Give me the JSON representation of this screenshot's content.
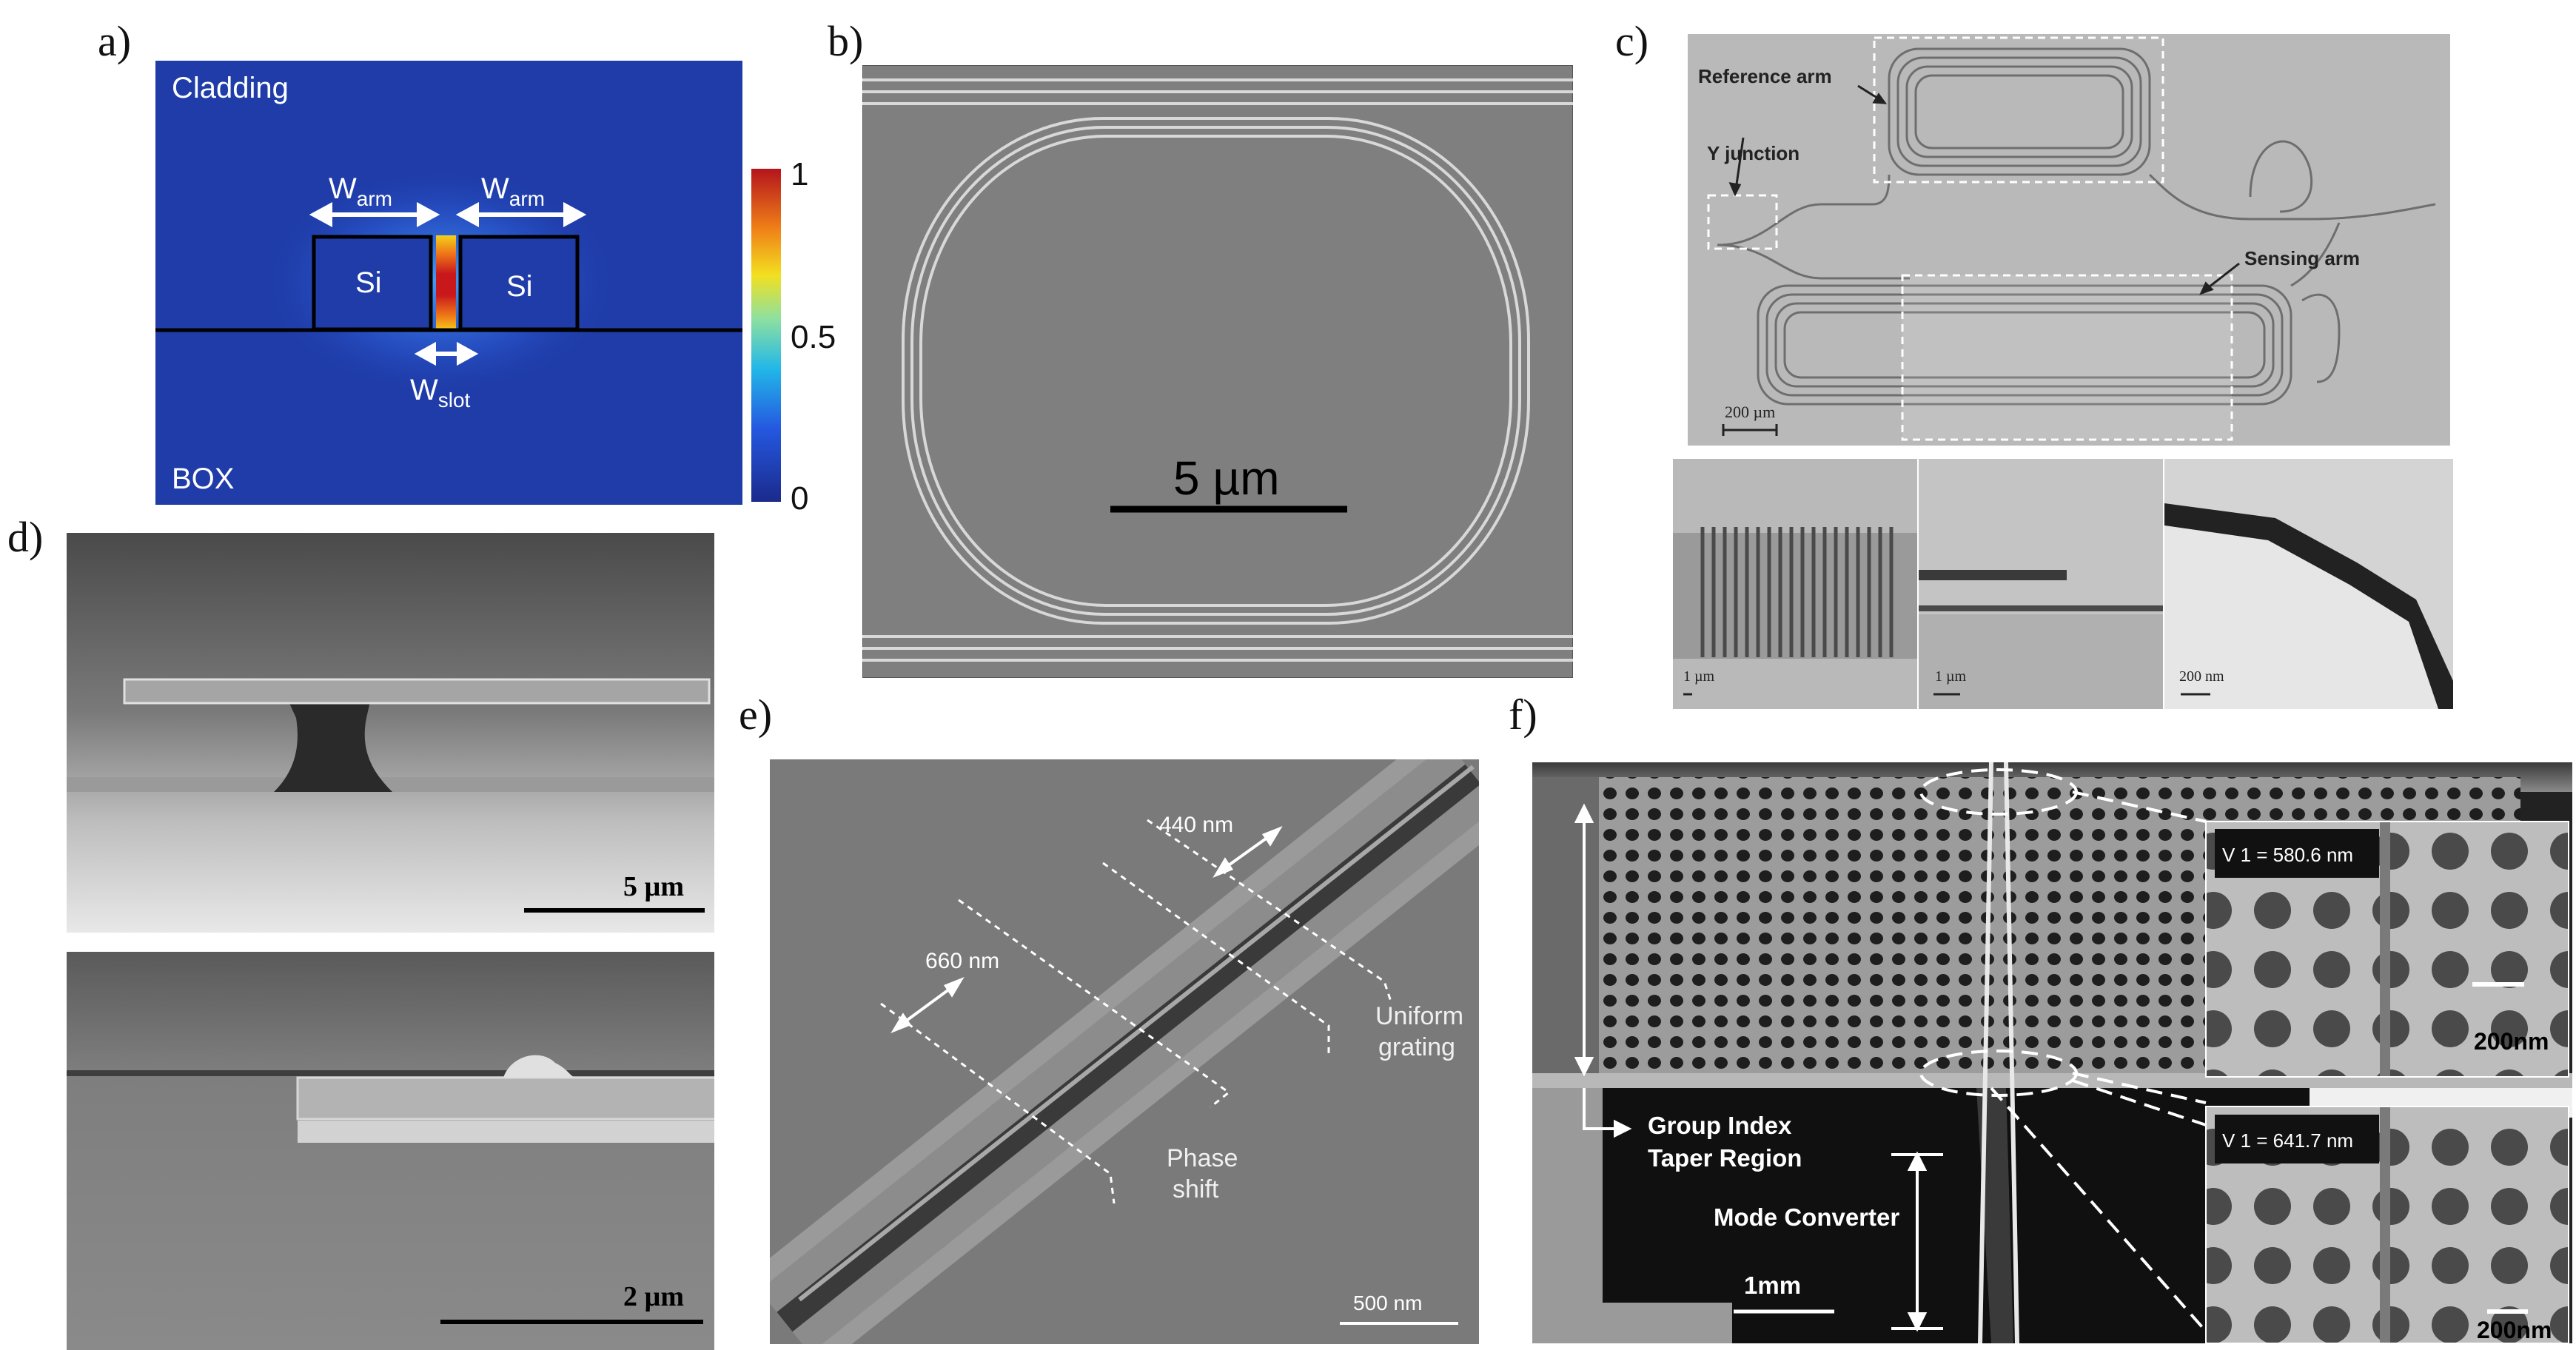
{
  "panel_labels": [
    "a)",
    "b)",
    "c)",
    "d)",
    "e)",
    "f)"
  ],
  "panel_a": {
    "cladding": "Cladding",
    "box": "BOX",
    "si": "Si",
    "w_arm": "W",
    "w_arm_sub": "arm",
    "w_slot": "W",
    "w_slot_sub": "slot",
    "colorbar_ticks": [
      "1",
      "0.5",
      "0"
    ]
  },
  "panel_b": {
    "scale": "5 µm"
  },
  "panel_c": {
    "reference_arm": "Reference arm",
    "y_junction": "Y junction",
    "sensing_arm": "Sensing arm",
    "scale_main": "200 µm",
    "scale_inset1": "1 µm",
    "scale_inset2": "1 µm",
    "scale_inset3": "200 nm"
  },
  "panel_d": {
    "scale_top": "5 µm",
    "scale_bottom": "2 µm"
  },
  "panel_e": {
    "dim_440": "440 nm",
    "dim_660": "660 nm",
    "uniform": "Uniform",
    "grating": "grating",
    "phase": "Phase",
    "shift": "shift",
    "scale": "500 nm"
  },
  "panel_f": {
    "v1_top": "V 1 = 580.6 nm",
    "v1_bottom": "V 1 = 641.7 nm",
    "scale_inset_top": "200nm",
    "scale_inset_bottom": "200nm",
    "group_index": "Group Index",
    "taper_region": "Taper Region",
    "mode_converter": "Mode Converter",
    "scale_main": "1mm"
  }
}
